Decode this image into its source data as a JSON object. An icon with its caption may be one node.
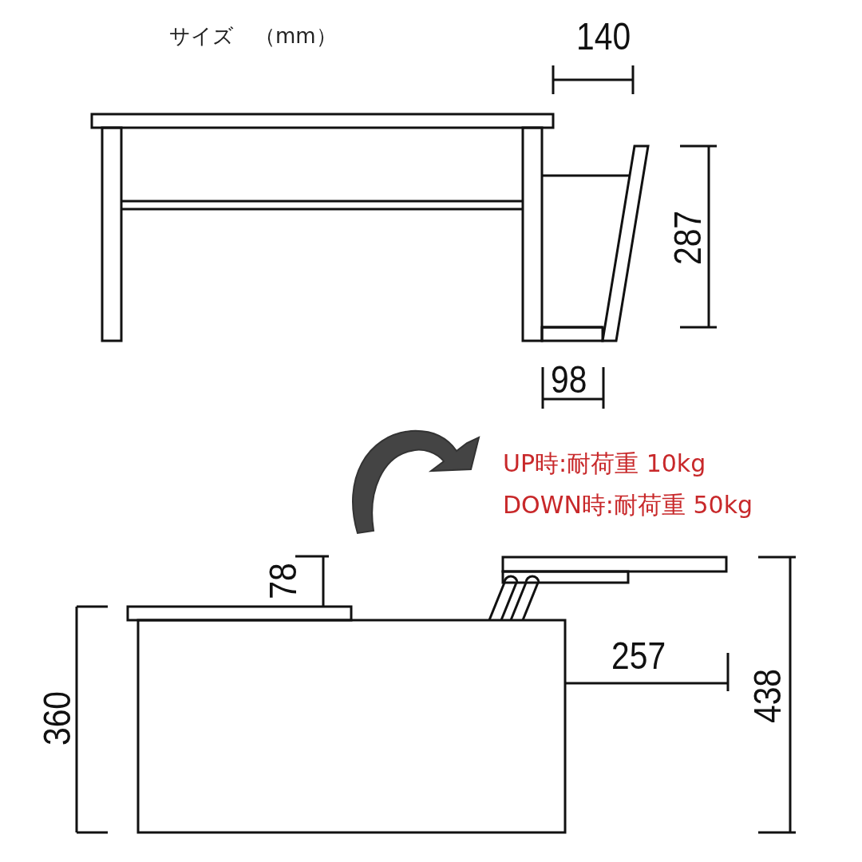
{
  "diagram": {
    "title": "サイズ　（mm）",
    "labels": [
      "140",
      "287",
      "98",
      "UP時:耐荷重 10kg",
      "DOWN時:耐荷重 50kg",
      "78",
      "257",
      "360",
      "438"
    ]
  }
}
